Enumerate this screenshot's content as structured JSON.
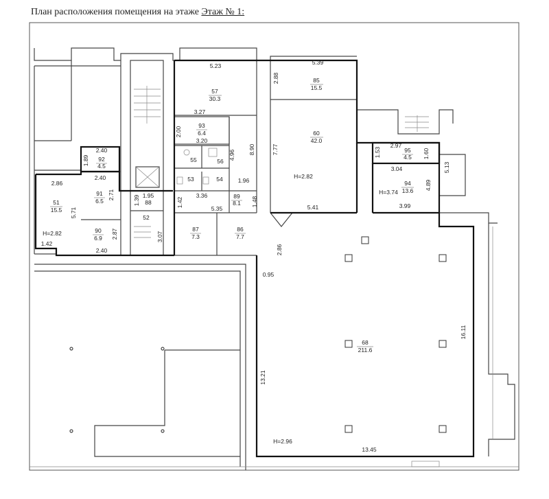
{
  "title": {
    "prefix": "План расположения помещения на этаже",
    "floor": "Этаж № 1:"
  },
  "rooms": [
    {
      "id": "r57",
      "num": "57",
      "area": "30.3"
    },
    {
      "id": "r85",
      "num": "85",
      "area": "15.5"
    },
    {
      "id": "r93",
      "num": "93",
      "area": "6.4"
    },
    {
      "id": "r60",
      "num": "60",
      "area": "42.0"
    },
    {
      "id": "r95",
      "num": "95",
      "area": "4.5"
    },
    {
      "id": "r94",
      "num": "94",
      "area": "13.6"
    },
    {
      "id": "r92",
      "num": "92",
      "area": "4.5"
    },
    {
      "id": "r91",
      "num": "91",
      "area": "6.5"
    },
    {
      "id": "r51",
      "num": "51",
      "area": "15.5"
    },
    {
      "id": "r90",
      "num": "90",
      "area": "6.9"
    },
    {
      "id": "r88",
      "num": "1.95",
      "area": "88"
    },
    {
      "id": "r89",
      "num": "89",
      "area": "8.1"
    },
    {
      "id": "r87",
      "num": "87",
      "area": "7.3"
    },
    {
      "id": "r86",
      "num": "86",
      "area": "7.7"
    },
    {
      "id": "r68",
      "num": "68",
      "area": "211.6"
    }
  ],
  "room_numbers": {
    "r55": "55",
    "r56": "56",
    "r53": "53",
    "r54": "54",
    "r52": "52"
  },
  "dimensions": {
    "d523": "5.23",
    "d539": "5.39",
    "d288": "2.88",
    "d327": "3.27",
    "d200": "2.00",
    "d320": "3.20",
    "d496": "4.96",
    "d890": "8.90",
    "d777": "7.77",
    "d297": "2.97",
    "d153": "1.53",
    "d160": "1.60",
    "d304": "3.04",
    "d513": "5.13",
    "d489": "4.89",
    "d399": "3.99",
    "d240a": "2.40",
    "d189": "1.89",
    "d240b": "2.40",
    "d286": "2.86",
    "d271": "2.71",
    "d571": "5.71",
    "d142a": "1.42",
    "d287": "2.87",
    "d240c": "2.40",
    "d139": "1.39",
    "d307": "3.07",
    "d142b": "1.42",
    "d336": "3.36",
    "d196": "1.96",
    "d148": "1.48",
    "d535": "5.35",
    "d541": "5.41",
    "d286b": "2.86",
    "d095": "0.95",
    "d1321": "13.21",
    "d1611": "16.11",
    "d1345": "13.45"
  },
  "heights": {
    "h282a": "H=2.82",
    "h282b": "H=2.82",
    "h374": "H=3.74",
    "h296": "H=2.96"
  }
}
